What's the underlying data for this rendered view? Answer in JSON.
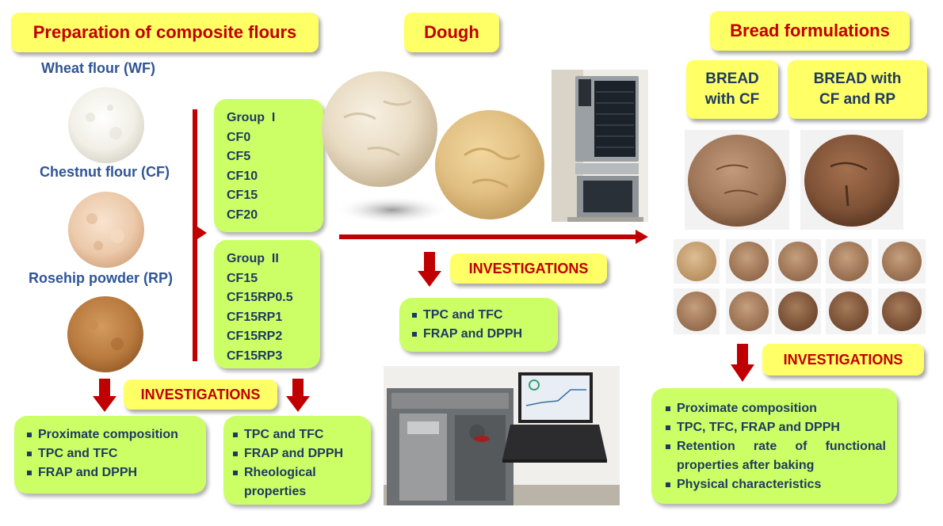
{
  "section_titles": {
    "composite": "Preparation of composite flours",
    "dough": "Dough",
    "bread": "Bread formulations"
  },
  "flours": {
    "wheat": "Wheat flour (WF)",
    "chestnut": "Chestnut flour (CF)",
    "rosehip": "Rosehip powder (RP)"
  },
  "group1": {
    "title": "Group  I",
    "items": [
      "CF0",
      "CF5",
      "CF10",
      "CF15",
      "CF20"
    ]
  },
  "group2": {
    "title": "Group  II",
    "items": [
      "CF15",
      "CF15RP0.5",
      "CF15RP1",
      "CF15RP2",
      "CF15RP3"
    ]
  },
  "investigations_label": "INVESTIGATIONS",
  "composite_invest_left": [
    "Proximate composition",
    "TPC and TFC",
    "FRAP and DPPH"
  ],
  "composite_invest_right": [
    "TPC and TFC",
    "FRAP and DPPH",
    "Rheological properties"
  ],
  "dough_invest": [
    "TPC and TFC",
    "FRAP and DPPH"
  ],
  "bread_boxes": {
    "cf": "BREAD with CF",
    "cf_rp": "BREAD with CF and RP"
  },
  "bread_invest": [
    "Proximate composition",
    "TPC, TFC, FRAP and DPPH",
    "Retention rate of functional properties after baking",
    "Physical characteristics"
  ],
  "colors": {
    "title_box": "#ffff66",
    "title_text": "#c00000",
    "green_box": "#ccff66",
    "arrow": "#c00000",
    "label_blue": "#2f5597"
  }
}
